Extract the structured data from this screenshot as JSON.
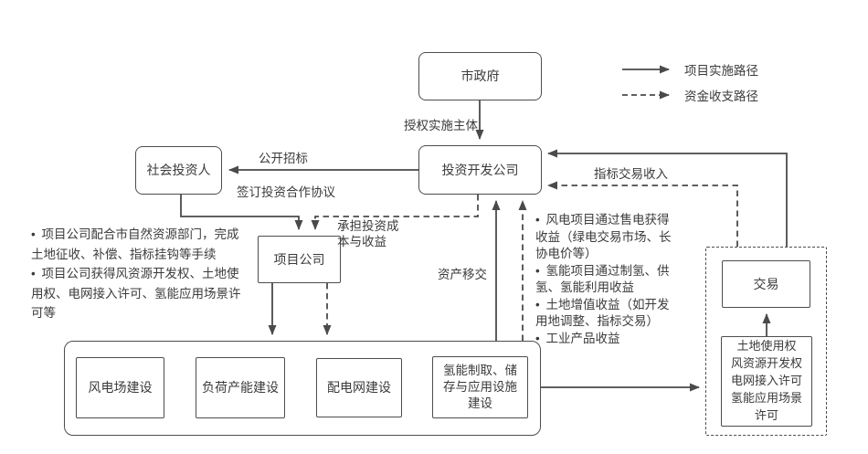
{
  "legend": {
    "solid_label": "项目实施路径",
    "dashed_label": "资金收支路径"
  },
  "nodes": {
    "city_gov": "市政府",
    "invest_dev": "投资开发公司",
    "social_investor": "社会投资人",
    "project_co": "项目公司",
    "wind_farm": "风电场建设",
    "load_capacity": "负荷产能建设",
    "distribution_grid": "配电网建设",
    "hydrogen_facility": "氢能制取、储存与应用设施建设",
    "trade": "交易",
    "rights": "土地使用权\n风资源开发权\n电网接入许可\n氢能应用场景\n许可"
  },
  "edge_labels": {
    "authorize": "授权实施主体",
    "public_bidding": "公开招标",
    "sign_agreement": "签订投资合作协议",
    "bear_cost": "承担投资成\n本与收益",
    "asset_transfer": "资产移交",
    "indicator_income": "指标交易收入"
  },
  "left_notes": {
    "items": [
      "项目公司配合市自然资源部门，完成土地征收、补偿、指标挂钩等手续",
      "项目公司获得风资源开发权、土地使用权、电网接入许可、氢能应用场景许可等"
    ]
  },
  "right_notes": {
    "items": [
      "风电项目通过售电获得收益（绿电交易市场、长协电价等）",
      "氢能项目通过制氢、供氢、氢能利用收益",
      "土地增值收益（如开发用地调整、指标交易）",
      "工业产品收益"
    ]
  },
  "colors": {
    "line": "#4a4a4a",
    "text": "#3b3b3b",
    "background": "#ffffff"
  }
}
